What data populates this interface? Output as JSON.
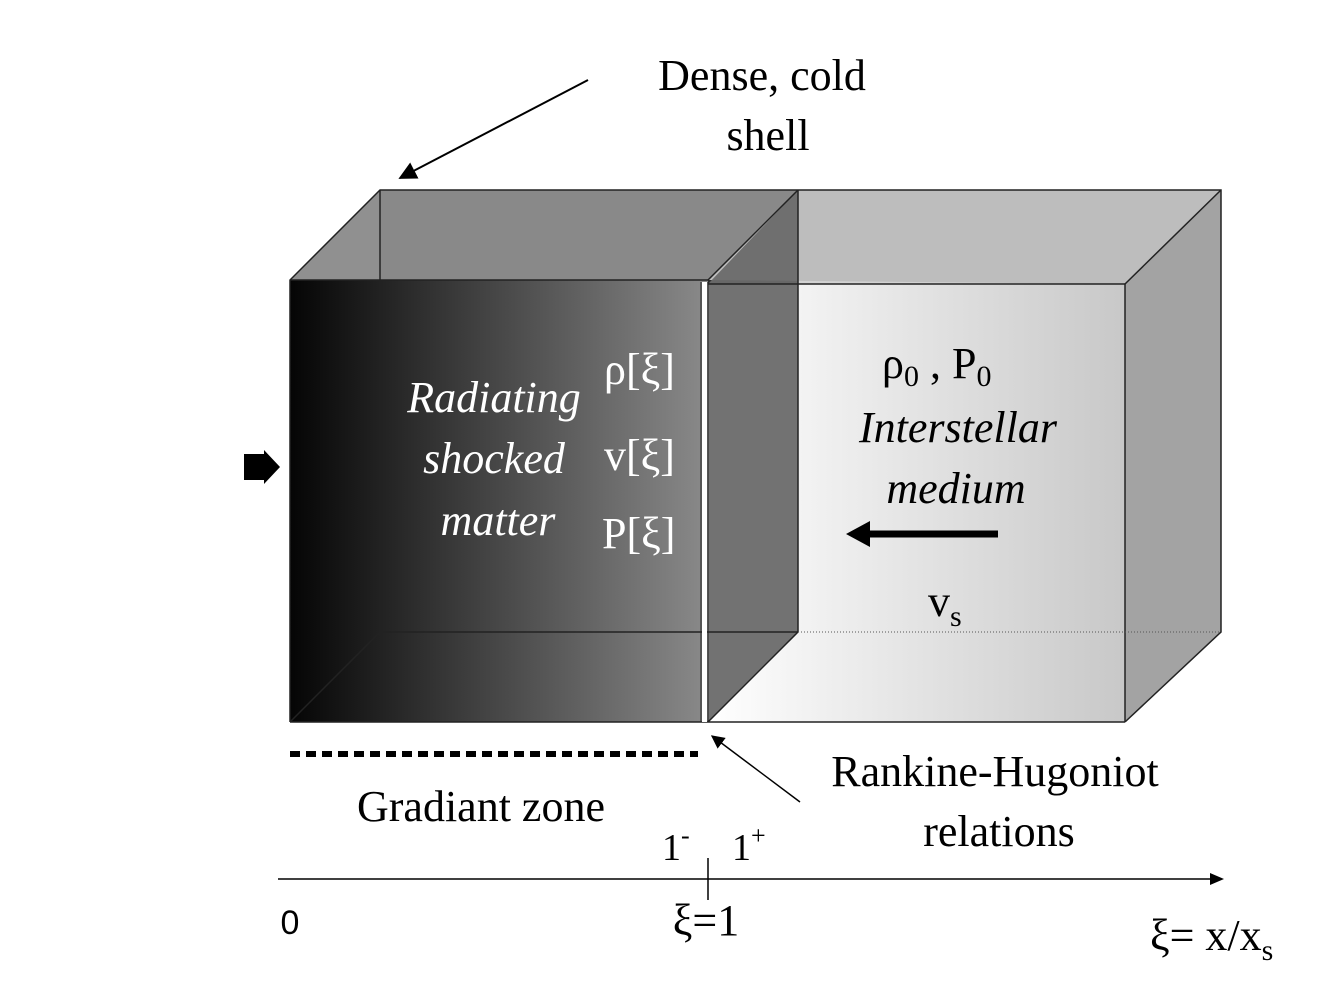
{
  "labels": {
    "dense_shell_line1": "Dense, cold",
    "dense_shell_line2": "shell",
    "radiating_line1": "Radiating",
    "radiating_line2": "shocked",
    "radiating_line3": "matter",
    "rho_of_xi": "ρ[ξ]",
    "v_of_xi": "v[ξ]",
    "p_of_xi": "P[ξ]",
    "rho0": "ρ",
    "rho0_sub": "0",
    "p0_sep": " , P",
    "p0_sub": "0",
    "ism_line1": "Interstellar",
    "ism_line2": "medium",
    "vs_main": "v",
    "vs_sub": "s",
    "rankine_line1": "Rankine-Hugoniot",
    "rankine_line2": "relations",
    "gradient_zone": "Gradiant zone",
    "one_minus": "1",
    "one_minus_sup": "-",
    "one_plus": "1",
    "one_plus_sup": "+",
    "axis_zero": "0",
    "axis_xi_eq_1": "ξ=1",
    "axis_var_main": "ξ= x/x",
    "axis_var_sub": "s"
  },
  "colors": {
    "shock_dark": "#050505",
    "shock_light": "#8a8a8a",
    "ism_light": "#ffffff",
    "ism_dark": "#c8c8c8",
    "top_left_face": "#8c8c8c",
    "top_right_face": "#bdbdbd",
    "right_face": "#a3a3a3",
    "shell_face": "#6a6a6a"
  }
}
